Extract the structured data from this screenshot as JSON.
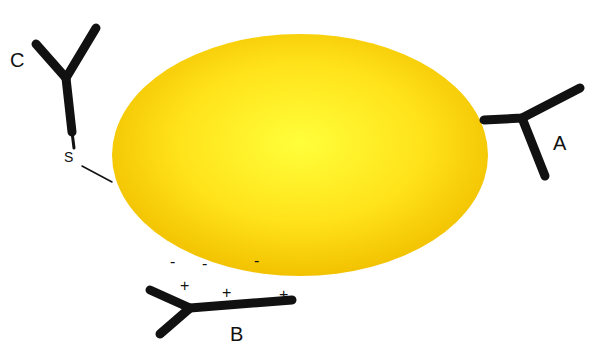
{
  "diagram": {
    "labels": [
      "C",
      "S",
      "A",
      "-",
      "-",
      "-",
      "+",
      "+",
      "+",
      "B"
    ]
  }
}
